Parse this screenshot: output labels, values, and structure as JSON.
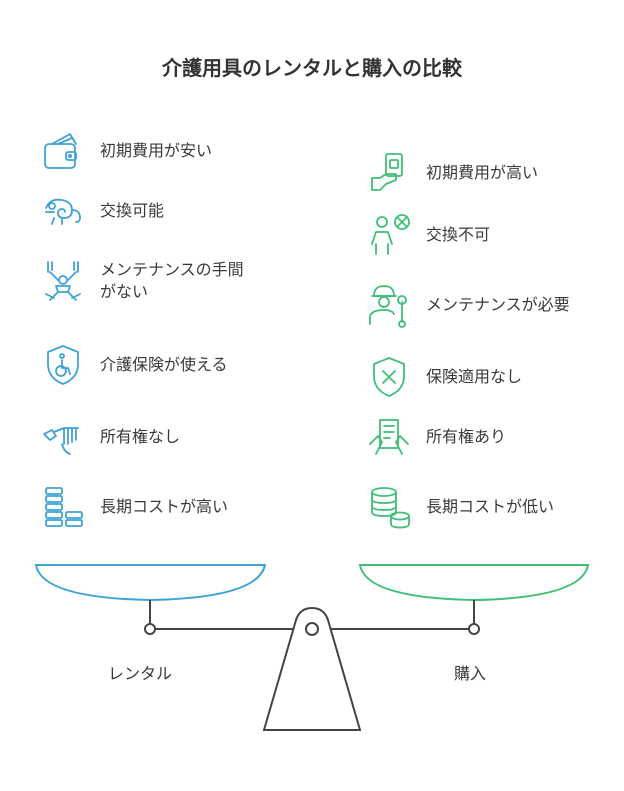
{
  "title": "介護用具のレンタルと購入の比較",
  "colors": {
    "rental": "#3fa2d6",
    "purchase": "#3fbf78",
    "neutral": "#444444"
  },
  "rental": {
    "label": "レンタル",
    "items": [
      {
        "text": "初期費用が安い",
        "icon": "wallet-money-icon"
      },
      {
        "text": "交換可能",
        "icon": "chameleon-icon"
      },
      {
        "text": "メンテナンスの手間がない",
        "icon": "relaxed-person-icon"
      },
      {
        "text": "介護保険が使える",
        "icon": "shield-wheelchair-icon"
      },
      {
        "text": "所有権なし",
        "icon": "hand-key-icon"
      },
      {
        "text": "長期コストが高い",
        "icon": "stacked-coins-icon"
      }
    ]
  },
  "purchase": {
    "label": "購入",
    "items": [
      {
        "text": "初期費用が高い",
        "icon": "hand-money-icon"
      },
      {
        "text": "交換不可",
        "icon": "person-cross-icon"
      },
      {
        "text": "メンテナンスが必要",
        "icon": "worker-wrench-icon"
      },
      {
        "text": "保険適用なし",
        "icon": "shield-cross-icon"
      },
      {
        "text": "所有権あり",
        "icon": "hands-document-icon"
      },
      {
        "text": "長期コストが低い",
        "icon": "coins-icon"
      }
    ]
  }
}
